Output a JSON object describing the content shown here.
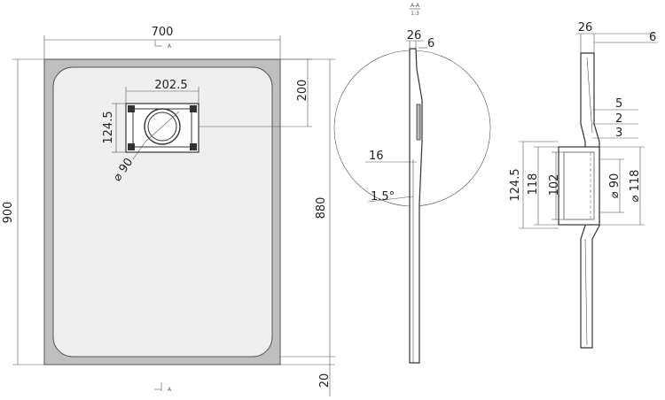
{
  "plan_view": {
    "width_dim": "700",
    "height_dim": "900",
    "inner_height_dim": "880",
    "rim_dim": "20",
    "drain_offset_x": "202.5",
    "drain_offset_y": "124.5",
    "drain_to_top": "200",
    "drain_diameter": "⌀ 90",
    "section_marker": "A"
  },
  "section_view": {
    "title": "A-A",
    "scale": "1:3",
    "top_thickness": "26",
    "top_small": "6",
    "drain_depth": "16",
    "slope": "1.5°"
  },
  "detail_view": {
    "top_thickness": "26",
    "top_small": "6",
    "dims_right": [
      "5",
      "2",
      "3"
    ],
    "height_outer": "124.5",
    "height_mid": "118",
    "height_inner": "102",
    "dia_inner": "⌀ 90",
    "dia_outer": "⌀ 118"
  }
}
